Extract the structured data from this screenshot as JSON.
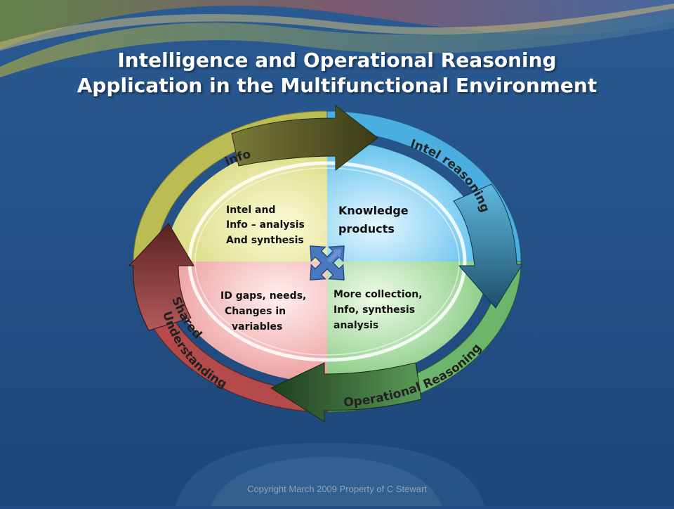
{
  "slide": {
    "title_line1": "Intelligence and Operational Reasoning",
    "title_line2": "Application in the Multifunctional Environment",
    "footer": "Copyright March 2009 Property of C Stewart"
  },
  "cycle": {
    "arcs": {
      "top_left": "info",
      "top_right": "Intel reasoning",
      "bottom_right": "Operational Reasoning",
      "bottom_left_line1": "Shared",
      "bottom_left_line2": "Understanding"
    },
    "quadrants": {
      "top_left": [
        "Intel and",
        "Info – analysis",
        "And synthesis"
      ],
      "top_right": [
        "Knowledge",
        "products"
      ],
      "bottom_right": [
        "More collection,",
        "Info, synthesis",
        "analysis"
      ],
      "bottom_left": [
        "ID gaps, needs,",
        "Changes in",
        "variables"
      ]
    },
    "center_icon": "four-way-arrow-icon"
  },
  "colors": {
    "background": "#1f4c80",
    "quadrant_yellow": "#e8e89a",
    "quadrant_blue": "#6cc8f0",
    "quadrant_green": "#8fd08a",
    "quadrant_red": "#f2a0a0",
    "center_arrow": "#4a78c0"
  }
}
